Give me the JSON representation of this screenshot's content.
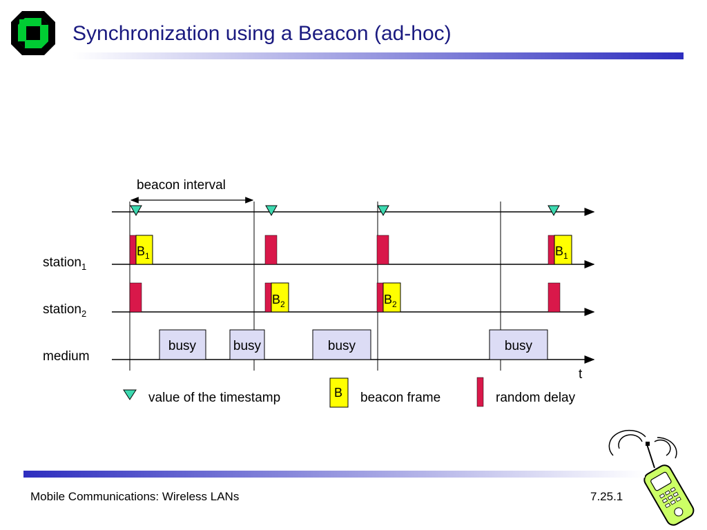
{
  "slide": {
    "title": "Synchronization using a Beacon (ad-hoc)",
    "footer_left": "Mobile Communications: Wireless LANs",
    "footer_right": "7.25.1"
  },
  "diagram": {
    "interval_label": "beacon interval",
    "rows": [
      {
        "base": "station",
        "sub": "1"
      },
      {
        "base": "station",
        "sub": "2"
      },
      {
        "base": "medium",
        "sub": ""
      }
    ],
    "time_label": "t",
    "busy_label": "busy",
    "beacon_letter": "B",
    "sub1": "1",
    "sub2": "2"
  },
  "legend": {
    "timestamp": "value of the timestamp",
    "beacon_symbol": "B",
    "beacon_frame": "beacon frame",
    "random_delay": "random delay"
  },
  "colors": {
    "title": "#1a1a80",
    "timestamp_marker": "#3dd9b0",
    "beacon_frame": "#ffff00",
    "random_delay": "#d9184a",
    "busy_box": "#dcdcf5",
    "bar_dark": "#2e2ebf"
  }
}
